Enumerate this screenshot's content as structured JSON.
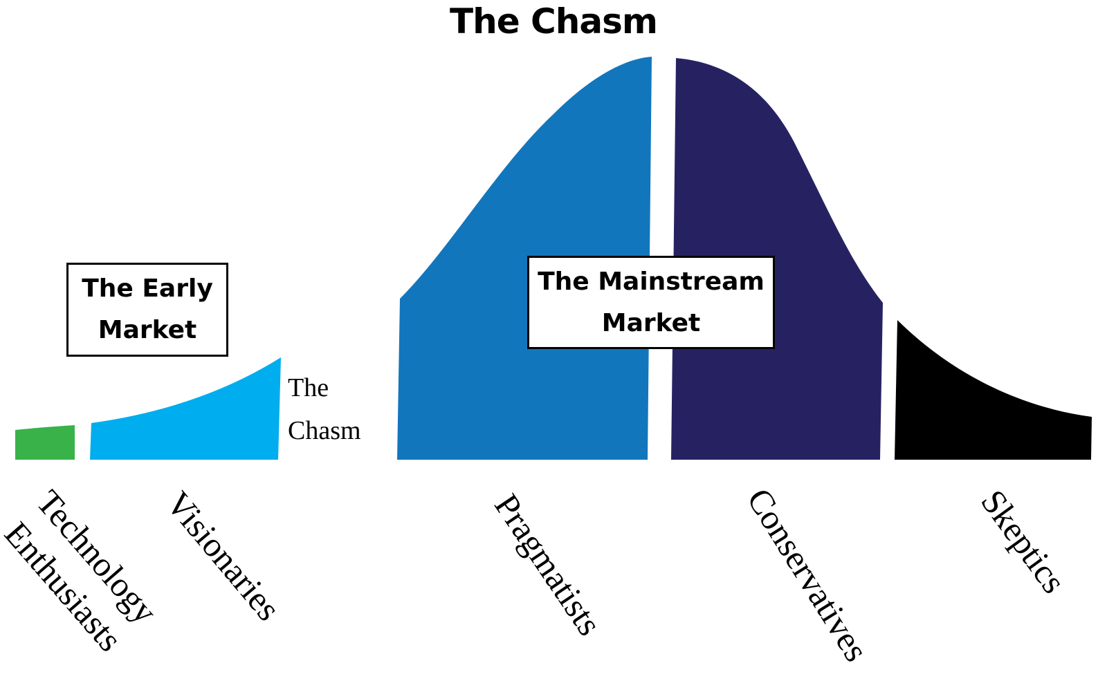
{
  "title": "The Chasm",
  "boxes": {
    "early_market": {
      "line1": "The Early",
      "line2": "Market"
    },
    "mainstream_market": {
      "line1": "The Mainstream",
      "line2": "Market"
    }
  },
  "chasm_label": {
    "line1": "The",
    "line2": "Chasm"
  },
  "segments": [
    {
      "label": "Technology",
      "label2": "Enthusiasts",
      "color": "#39b24a"
    },
    {
      "label": "Visionaries",
      "color": "#00adee"
    },
    {
      "label": "Pragmatists",
      "color": "#1276bd"
    },
    {
      "label": "Conservatives",
      "color": "#262262"
    },
    {
      "label": "Skeptics",
      "color": "#000000"
    }
  ]
}
